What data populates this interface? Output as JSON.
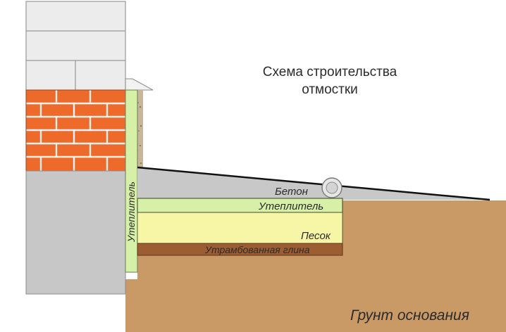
{
  "title": "Схема строительства\nотмостки",
  "labels": {
    "concrete": "Бетон",
    "insulation_horizontal": "Утеплитель",
    "sand": "Песок",
    "clay": "Утрамбованная глина",
    "insulation_vertical": "Утеплитель",
    "base_soil": "Грунт основания"
  },
  "colors": {
    "soil": "#c99a66",
    "brick": "#ee6a2a",
    "mortar": "#f3f1ee",
    "foundation": "#c7c7c7",
    "block": "#ececec",
    "insulation": "#d7f0a8",
    "sand": "#f7f6a6",
    "clay": "#9c5d33",
    "concrete": "#c8c8c8"
  }
}
